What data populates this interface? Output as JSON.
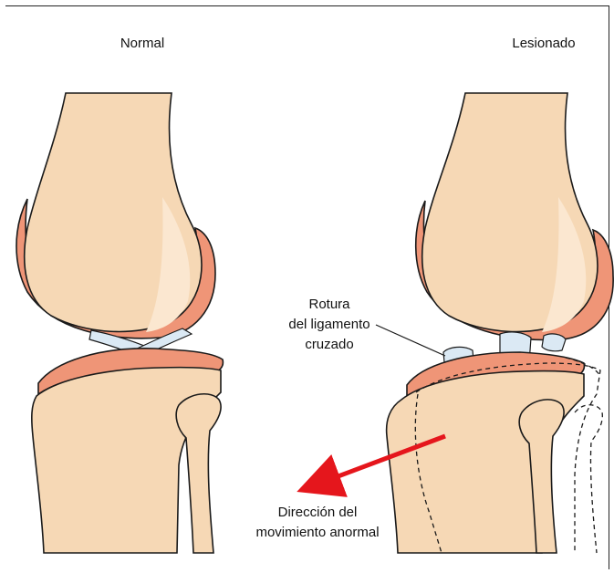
{
  "titles": {
    "normal": "Normal",
    "injured": "Lesionado"
  },
  "annotations": {
    "rupture_line1": "Rotura",
    "rupture_line2": "del ligamento",
    "rupture_line3": "cruzado",
    "direction_line1": "Dirección del",
    "direction_line2": "movimiento anormal"
  },
  "colors": {
    "bone": "#f6d8b5",
    "bone_light": "#fbe7d0",
    "cartilage": "#ef9577",
    "ligament": "#dbe9f4",
    "outline": "#1a1a1a",
    "arrow": "#e5161c"
  }
}
